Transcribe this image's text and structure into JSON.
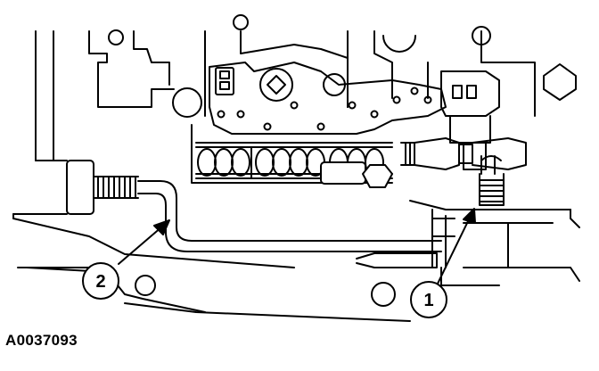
{
  "figure": {
    "id_label": "A0037093"
  },
  "callouts": [
    {
      "number": "1"
    },
    {
      "number": "2"
    }
  ],
  "colors": {
    "line": "#000000",
    "fill": "#ffffff",
    "shade": "#d9d9d9"
  }
}
